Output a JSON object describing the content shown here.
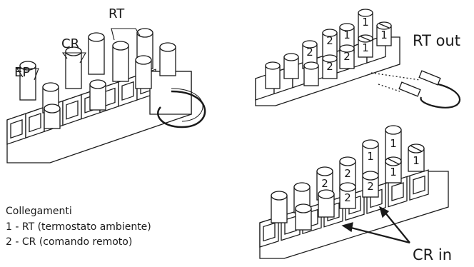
{
  "labels": {
    "ep": "EP",
    "cr": "CR",
    "rt": "RT",
    "rt_out": "RT out",
    "cr_in": "CR in"
  },
  "terminal_numbers": {
    "one": "1",
    "two": "2"
  },
  "legend": {
    "title": "Collegamenti",
    "item1": "1 - RT (termostato ambiente)",
    "item2": "2 - CR (comando remoto)"
  },
  "colors": {
    "line": "#1a1a1a",
    "fill": "#ffffff"
  }
}
